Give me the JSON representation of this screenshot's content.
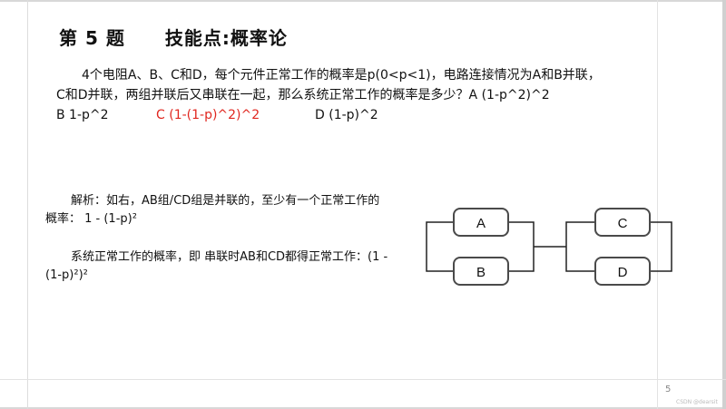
{
  "slide": {
    "title_number": "第 5 题",
    "title_topic": "技能点:概率论",
    "question": {
      "line1": "4个电阻A、B、C和D，每个元件正常工作的概率是p(0<p<1)，电路连接情况为A和B并联，",
      "line2": "C和D并联，两组并联后又串联在一起，那么系统正常工作的概率是多少？A (1-p^2)^2",
      "option_b": "B 1-p^2",
      "option_c": "C (1-(1-p)^2)^2",
      "option_d": "D (1-p)^2"
    },
    "analysis": {
      "p1": "解析：如右，AB组/CD组是并联的，至少有一个正常工作的概率： 1 - (1-p)²",
      "p2": "系统正常工作的概率，即 串联时AB和CD都得正常工作：(1 - (1-p)²)²"
    },
    "circuit": {
      "resistor_a": "A",
      "resistor_b": "B",
      "resistor_c": "C",
      "resistor_d": "D"
    },
    "page_number": "5",
    "watermark": "CSDN @dearsit"
  }
}
